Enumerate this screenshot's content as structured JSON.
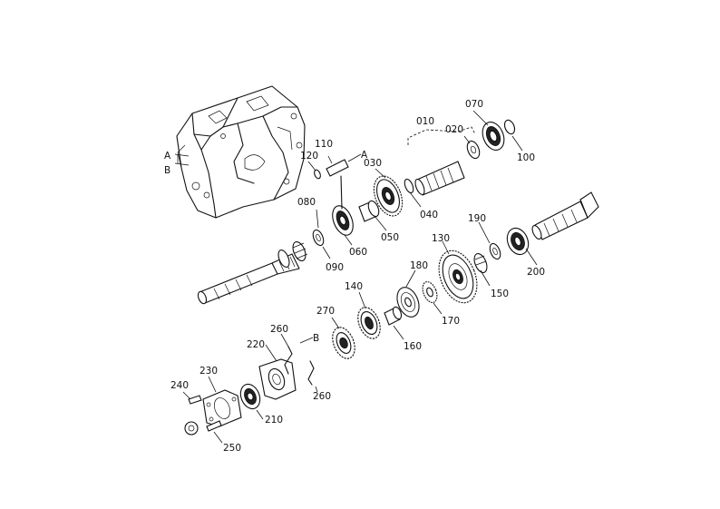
{
  "parts": {
    "p010": "010",
    "p020": "020",
    "p030": "030",
    "p040": "040",
    "p050": "050",
    "p060": "060",
    "p070": "070",
    "p080": "080",
    "p090": "090",
    "p100": "100",
    "p110": "110",
    "p120": "120",
    "p130": "130",
    "p140": "140",
    "p150": "150",
    "p160": "160",
    "p170": "170",
    "p180": "180",
    "p190": "190",
    "p200": "200",
    "p210": "210",
    "p220": "220",
    "p230": "230",
    "p240": "240",
    "p250": "250",
    "p260a": "260",
    "p260b": "260",
    "p270": "270"
  },
  "refs": {
    "a_housing": "A",
    "b_housing": "B",
    "a_pin": "A",
    "b_fork": "B"
  }
}
